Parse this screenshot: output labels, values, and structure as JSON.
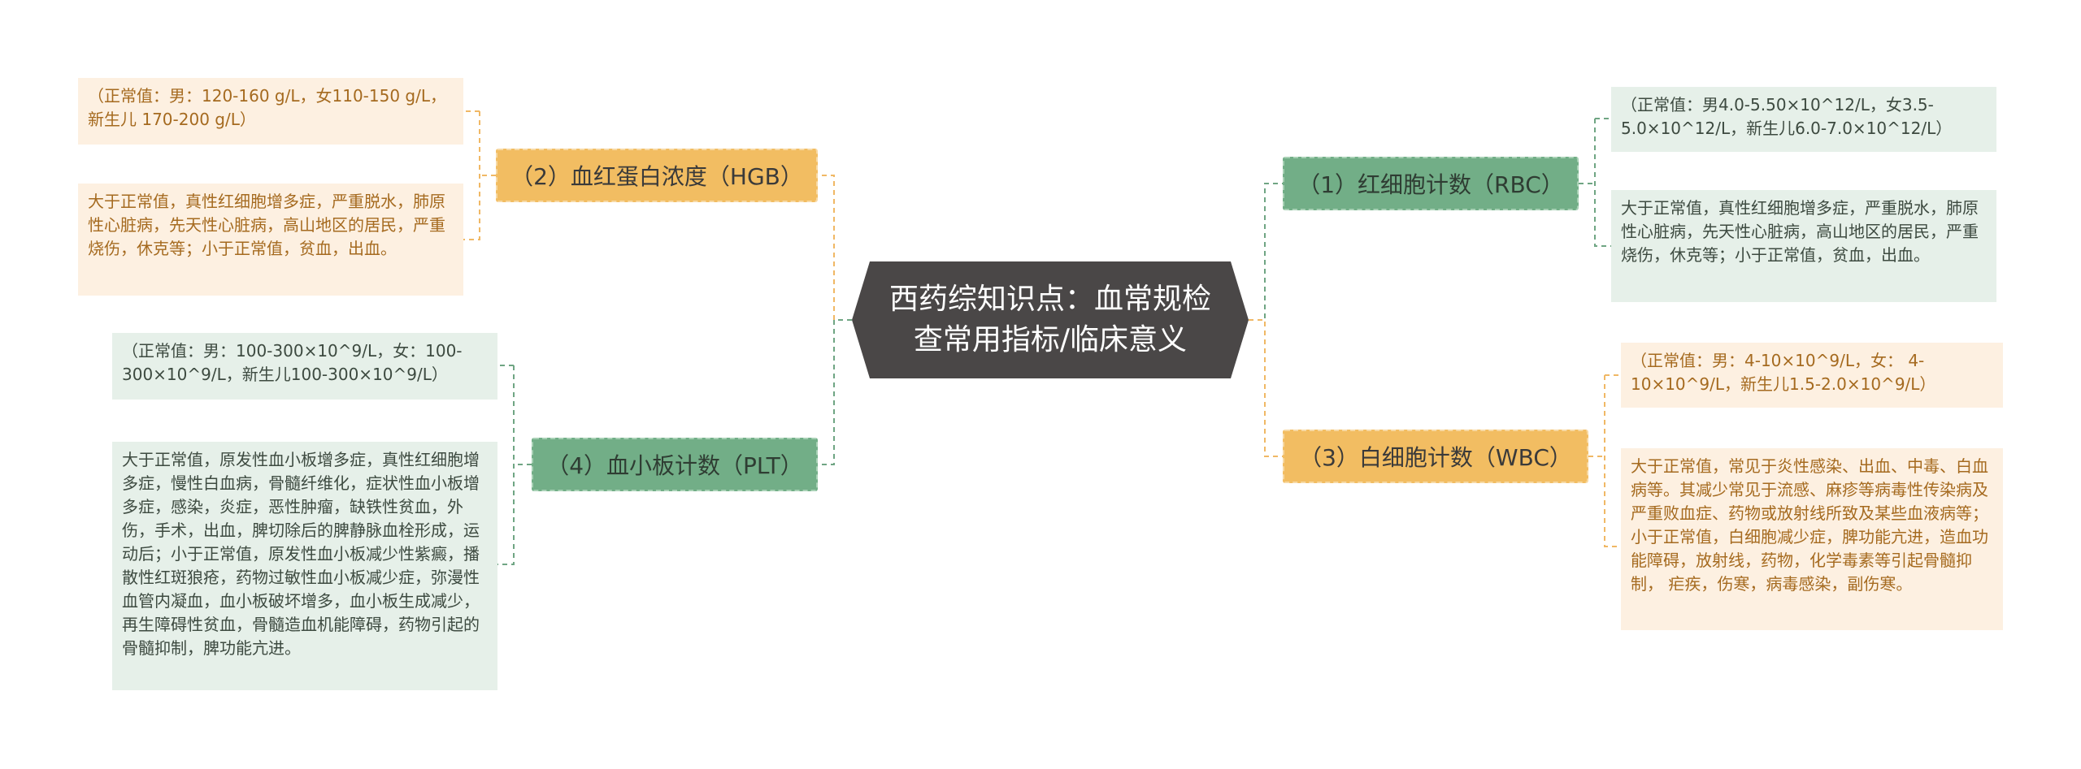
{
  "diagram": {
    "title": "西药综知识点：血常规检查常用指标/临床意义",
    "colors": {
      "root_bg": "#4a4747",
      "orange_branch": "#f2bd62",
      "orange_leaf": "#fdf0e1",
      "green_branch": "#72ae87",
      "green_leaf": "#e6f0e9",
      "orange_line": "#f0b865",
      "green_line": "#6fa583"
    },
    "branches": {
      "hgb": {
        "label": "（2）血红蛋白浓度（HGB）",
        "normal": "（正常值：男：120-160 g/L，女110-150 g/L，新生儿 170-200 g/L）",
        "meaning": "大于正常值，真性红细胞增多症，严重脱水，肺原性心脏病，先天性心脏病，高山地区的居民，严重烧伤，休克等；小于正常值，贫血，出血。"
      },
      "plt": {
        "label": "（4）血小板计数（PLT）",
        "normal": "（正常值：男：100-300×10^9/L，女：100-300×10^9/L，新生儿100-300×10^9/L）",
        "meaning": "大于正常值，原发性血小板增多症，真性红细胞增多症，慢性白血病，骨髓纤维化，症状性血小板增多症，感染，炎症，恶性肿瘤，缺铁性贫血，外伤，手术，出血，脾切除后的脾静脉血栓形成，运动后；小于正常值，原发性血小板减少性紫癜，播散性红斑狼疮，药物过敏性血小板减少症，弥漫性血管内凝血，血小板破坏增多，血小板生成减少，再生障碍性贫血，骨髓造血机能障碍，药物引起的骨髓抑制，脾功能亢进。"
      },
      "rbc": {
        "label": "（1）红细胞计数（RBC）",
        "normal": "（正常值：男4.0-5.50×10^12/L，女3.5-5.0×10^12/L，新生儿6.0-7.0×10^12/L）",
        "meaning": "大于正常值，真性红细胞增多症，严重脱水，肺原性心脏病，先天性心脏病，高山地区的居民，严重烧伤，休克等；小于正常值，贫血，出血。"
      },
      "wbc": {
        "label": "（3）白细胞计数（WBC）",
        "normal": "（正常值：男：4-10×10^9/L，女： 4-10×10^9/L，新生儿1.5-2.0×10^9/L）",
        "meaning": "大于正常值，常见于炎性感染、出血、中毒、白血病等。其减少常见于流感、麻疹等病毒性传染病及严重败血症、药物或放射线所致及某些血液病等；小于正常值，白细胞减少症，脾功能亢进，造血功能障碍，放射线，药物，化学毒素等引起骨髓抑制， 疟疾，伤寒，病毒感染，副伤寒。"
      }
    }
  }
}
